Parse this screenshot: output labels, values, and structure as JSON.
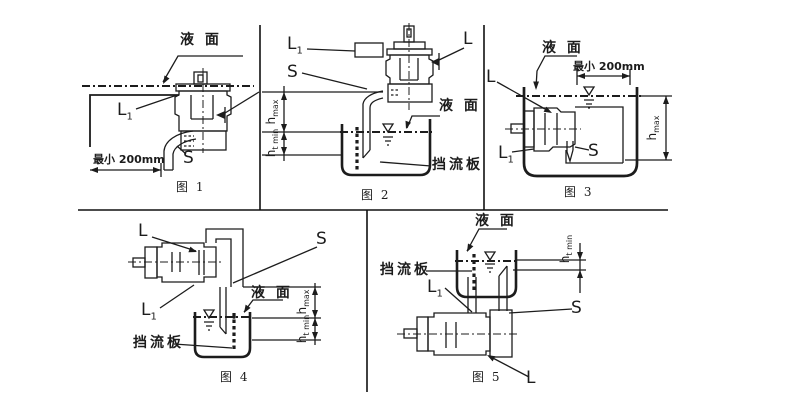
{
  "colors": {
    "line": "#1c1c1c",
    "background": "#ffffff"
  },
  "fig1": {
    "caption": "图 1",
    "liquid_surface": "液 面",
    "min_distance": "最小 200mm",
    "l1_main": "L",
    "l1_sub": "1",
    "suction": "S"
  },
  "fig2": {
    "caption": "图 2",
    "liquid_surface": "液 面",
    "baffle": "挡流板",
    "l1_main": "L",
    "l1_sub": "1",
    "suction": "S",
    "leak_port": "L",
    "h_max_main": "h",
    "h_max_sub": "max",
    "h_min_main": "h",
    "h_min_sub": "t min"
  },
  "fig3": {
    "caption": "图 3",
    "liquid_surface": "液 面",
    "min_distance": "最小 200mm",
    "leak_port": "L",
    "l1_main": "L",
    "l1_sub": "1",
    "suction": "S",
    "h_max_main": "h",
    "h_max_sub": "max"
  },
  "fig4": {
    "caption": "图 4",
    "liquid_surface": "液 面",
    "baffle": "挡流板",
    "leak_port": "L",
    "l1_main": "L",
    "l1_sub": "1",
    "suction": "S",
    "h_max_main": "h",
    "h_max_sub": "max",
    "h_min_main": "h",
    "h_min_sub": "t min"
  },
  "fig5": {
    "caption": "图 5",
    "liquid_surface": "液 面",
    "baffle": "挡流板",
    "l1_main": "L",
    "l1_sub": "1",
    "suction": "S",
    "leak_port": "L",
    "h_min_main": "h",
    "h_min_sub": "t min"
  }
}
